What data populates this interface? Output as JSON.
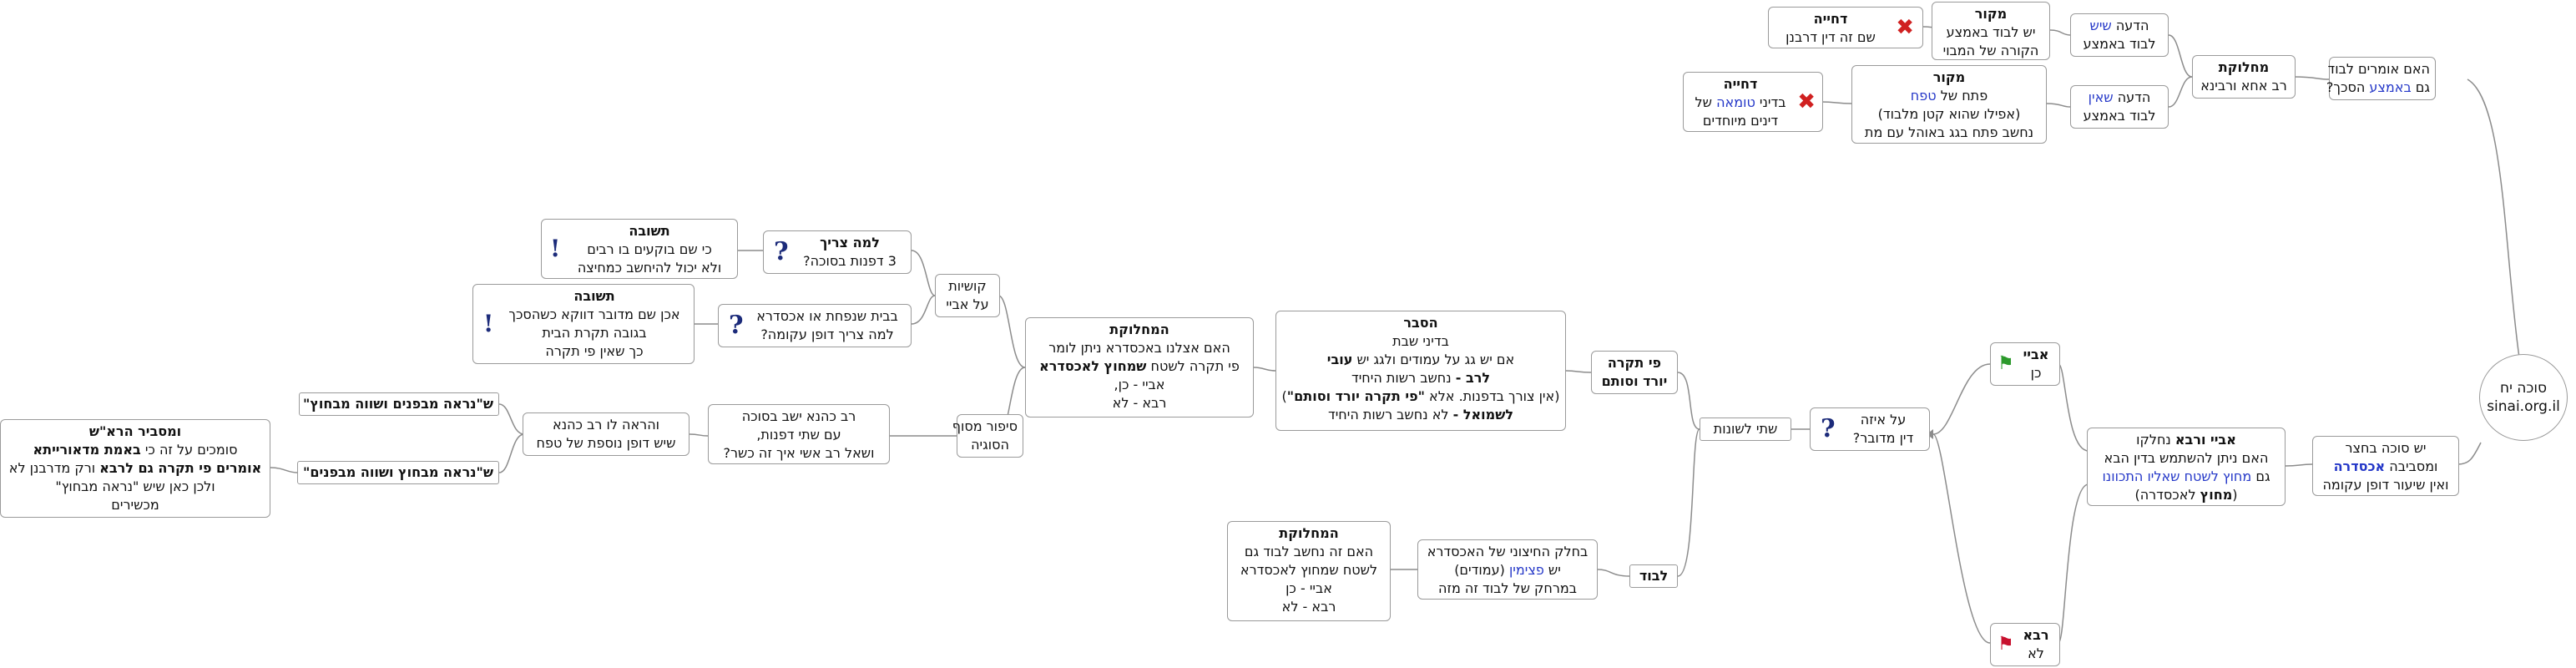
{
  "root": {
    "title": "סוכה יח",
    "site": "sinai.org.il"
  },
  "n_question": {
    "l1_a": "האם אומרים לבוד",
    "l2_a": "גם ",
    "l2_b": "באמצע",
    "l2_c": " הסכך?"
  },
  "n_dispute_top": {
    "l1": "מחלוקת",
    "l2": "רב אחא ורבינא"
  },
  "n_yes": {
    "l1_a": "הדעה ",
    "l1_b": "שיש",
    "l2": "לבוד באמצע"
  },
  "n_source1": {
    "l1": "מקור",
    "l2": "יש לבוד באמצע",
    "l3": "הקורה של המבוי"
  },
  "n_reject1": {
    "l1": "דחייה",
    "l2": "שם זה דין דרבנן"
  },
  "n_no": {
    "l1_a": "הדעה ",
    "l1_b": "שאין",
    "l2": "לבוד באמצע"
  },
  "n_source2": {
    "l1": "מקור",
    "l2_a": "פתח של ",
    "l2_b": "טפח",
    "l3": "(אפילו שהוא קטן מלבוד)",
    "l4": "נחשב פתח בגג באוהל עם מת"
  },
  "n_reject2": {
    "l1": "דחייה",
    "l2_a": "בדיני ",
    "l2_b": "טומאה",
    "l2_c": " של",
    "l3": "דינים מיוחדים"
  },
  "n_sukkah": {
    "l1": "יש סוכה בחצר",
    "l2_a": "ומסביבה ",
    "l2_b": "אכסדרה",
    "l3": "ואין שיעור דופן עקומה"
  },
  "n_debate": {
    "l1_a": "אביי ורבא",
    "l1_b": " נחלקו",
    "l2": "האם ניתן להשתמש בדין הבא",
    "l3_a": "גם ",
    "l3_b": "מחוץ לשטח שאליו התכוונו",
    "l4_a": "(",
    "l4_b": "מחוץ",
    "l4_c": " לאכסדרה)"
  },
  "n_abaye": {
    "l1": "אביי",
    "l2": "כן"
  },
  "n_rava": {
    "l1": "רבא",
    "l2": "לא"
  },
  "n_which": {
    "l1": "על איזה",
    "l2": "דין מדובר?"
  },
  "n_two": {
    "l1": "שתי לשונות"
  },
  "n_pi": {
    "l1": "פי תקרה",
    "l2": "יורד וסותם"
  },
  "n_explain": {
    "l1": "הסבר",
    "l2": "בדיני שבת",
    "l3_a": "אם יש גג על עמודים ולגג יש ",
    "l3_b": "עובי",
    "l4_a": "לרב -",
    "l4_b": " נחשב רשות היחיד",
    "l5_a": "(אין צורך בדפנות. אלא ",
    "l5_b": "\"פי תקרה יורד וסותם\"",
    "l5_c": ")",
    "l6_a": "לשמואל -",
    "l6_b": " לא נחשב רשות היחיד"
  },
  "n_dispute_mid": {
    "l1": "המחלוקת",
    "l2": "האם אצלנו באכסדרא ניתן לומר",
    "l3_a": "פי תקרה לשטח ",
    "l3_b": "שמחוץ לאכסדרא",
    "l4": "אביי - כן,",
    "l5": "רבא - לא"
  },
  "n_qushiyot": {
    "l1": "קושיות",
    "l2": "על אביי"
  },
  "n_why": {
    "l1": "למה צריך",
    "l2": "3 דפנות בסוכה?"
  },
  "n_answer1": {
    "l1": "תשובה",
    "l2": "כי שם בוקעים בו רבים",
    "l3": "ולא יכול להיחשב כמחיצה"
  },
  "n_bayit": {
    "l1": "בבית שנפחת או אכסדרא",
    "l2": "למה צריך דופן עקומה?"
  },
  "n_answer2": {
    "l1": "תשובה",
    "l2": "אכן שם מדובר דווקא כשהסכך",
    "l3": "בגובה תקרת הבית",
    "l4": "כך שאין פי תקרה"
  },
  "n_story": {
    "l1": "סיפור מסוף",
    "l2": "הסוגיה"
  },
  "n_rav_kahana": {
    "l1": "רב כהנא ישב בסוכה",
    "l2": "עם שתי דפנות,",
    "l3": "ושאל רב אשי איך זה כשר?"
  },
  "n_showed": {
    "l1": "והראה לו רב כהנא",
    "l2": "שיש דופן נוספת של טפח"
  },
  "n_sh1": {
    "l1": "ש\"נראה מבפנים ושווה מבחוץ\""
  },
  "n_sh2": {
    "l1": "ש\"נראה מבחוץ ושווה מבפנים\""
  },
  "n_rosh": {
    "l1": "ומסביר הרא\"ש",
    "l2_a": "סומכים על זה כי ",
    "l2_b": "באמת מדאורייתא",
    "l3_a": "אומרים פי תקרה גם לרבא",
    "l3_b": "  ורק מדרבנן לא",
    "l4": "ולכן כאן שיש \"נראה מבחוץ\"",
    "l5": "מכשירים"
  },
  "n_levud": {
    "l1": "לבוד"
  },
  "n_outer": {
    "l1": "בחלק החיצוני של האכסדרא",
    "l2_a": "יש ",
    "l2_b": "פצימין",
    "l2_c": " (עמודים)",
    "l3": "במרחק של לבוד זה מזה"
  },
  "n_dispute_low": {
    "l1": "המחלוקת",
    "l2": "האם זה נחשב לבוד גם",
    "l3": "לשטח שמחוץ לאכסדרא",
    "l4": "אביי - כן",
    "l5": "רבא - לא"
  },
  "icons": {
    "question": "question-mark-icon",
    "exclamation": "exclamation-icon",
    "reject": "red-x-icon",
    "flag_yes": "green-flag-icon",
    "flag_no": "red-flag-icon"
  },
  "colors": {
    "edge": "#8c8c8c",
    "border": "#9a9a9a",
    "highlight": "#2437c8",
    "reject": "#d02020"
  }
}
